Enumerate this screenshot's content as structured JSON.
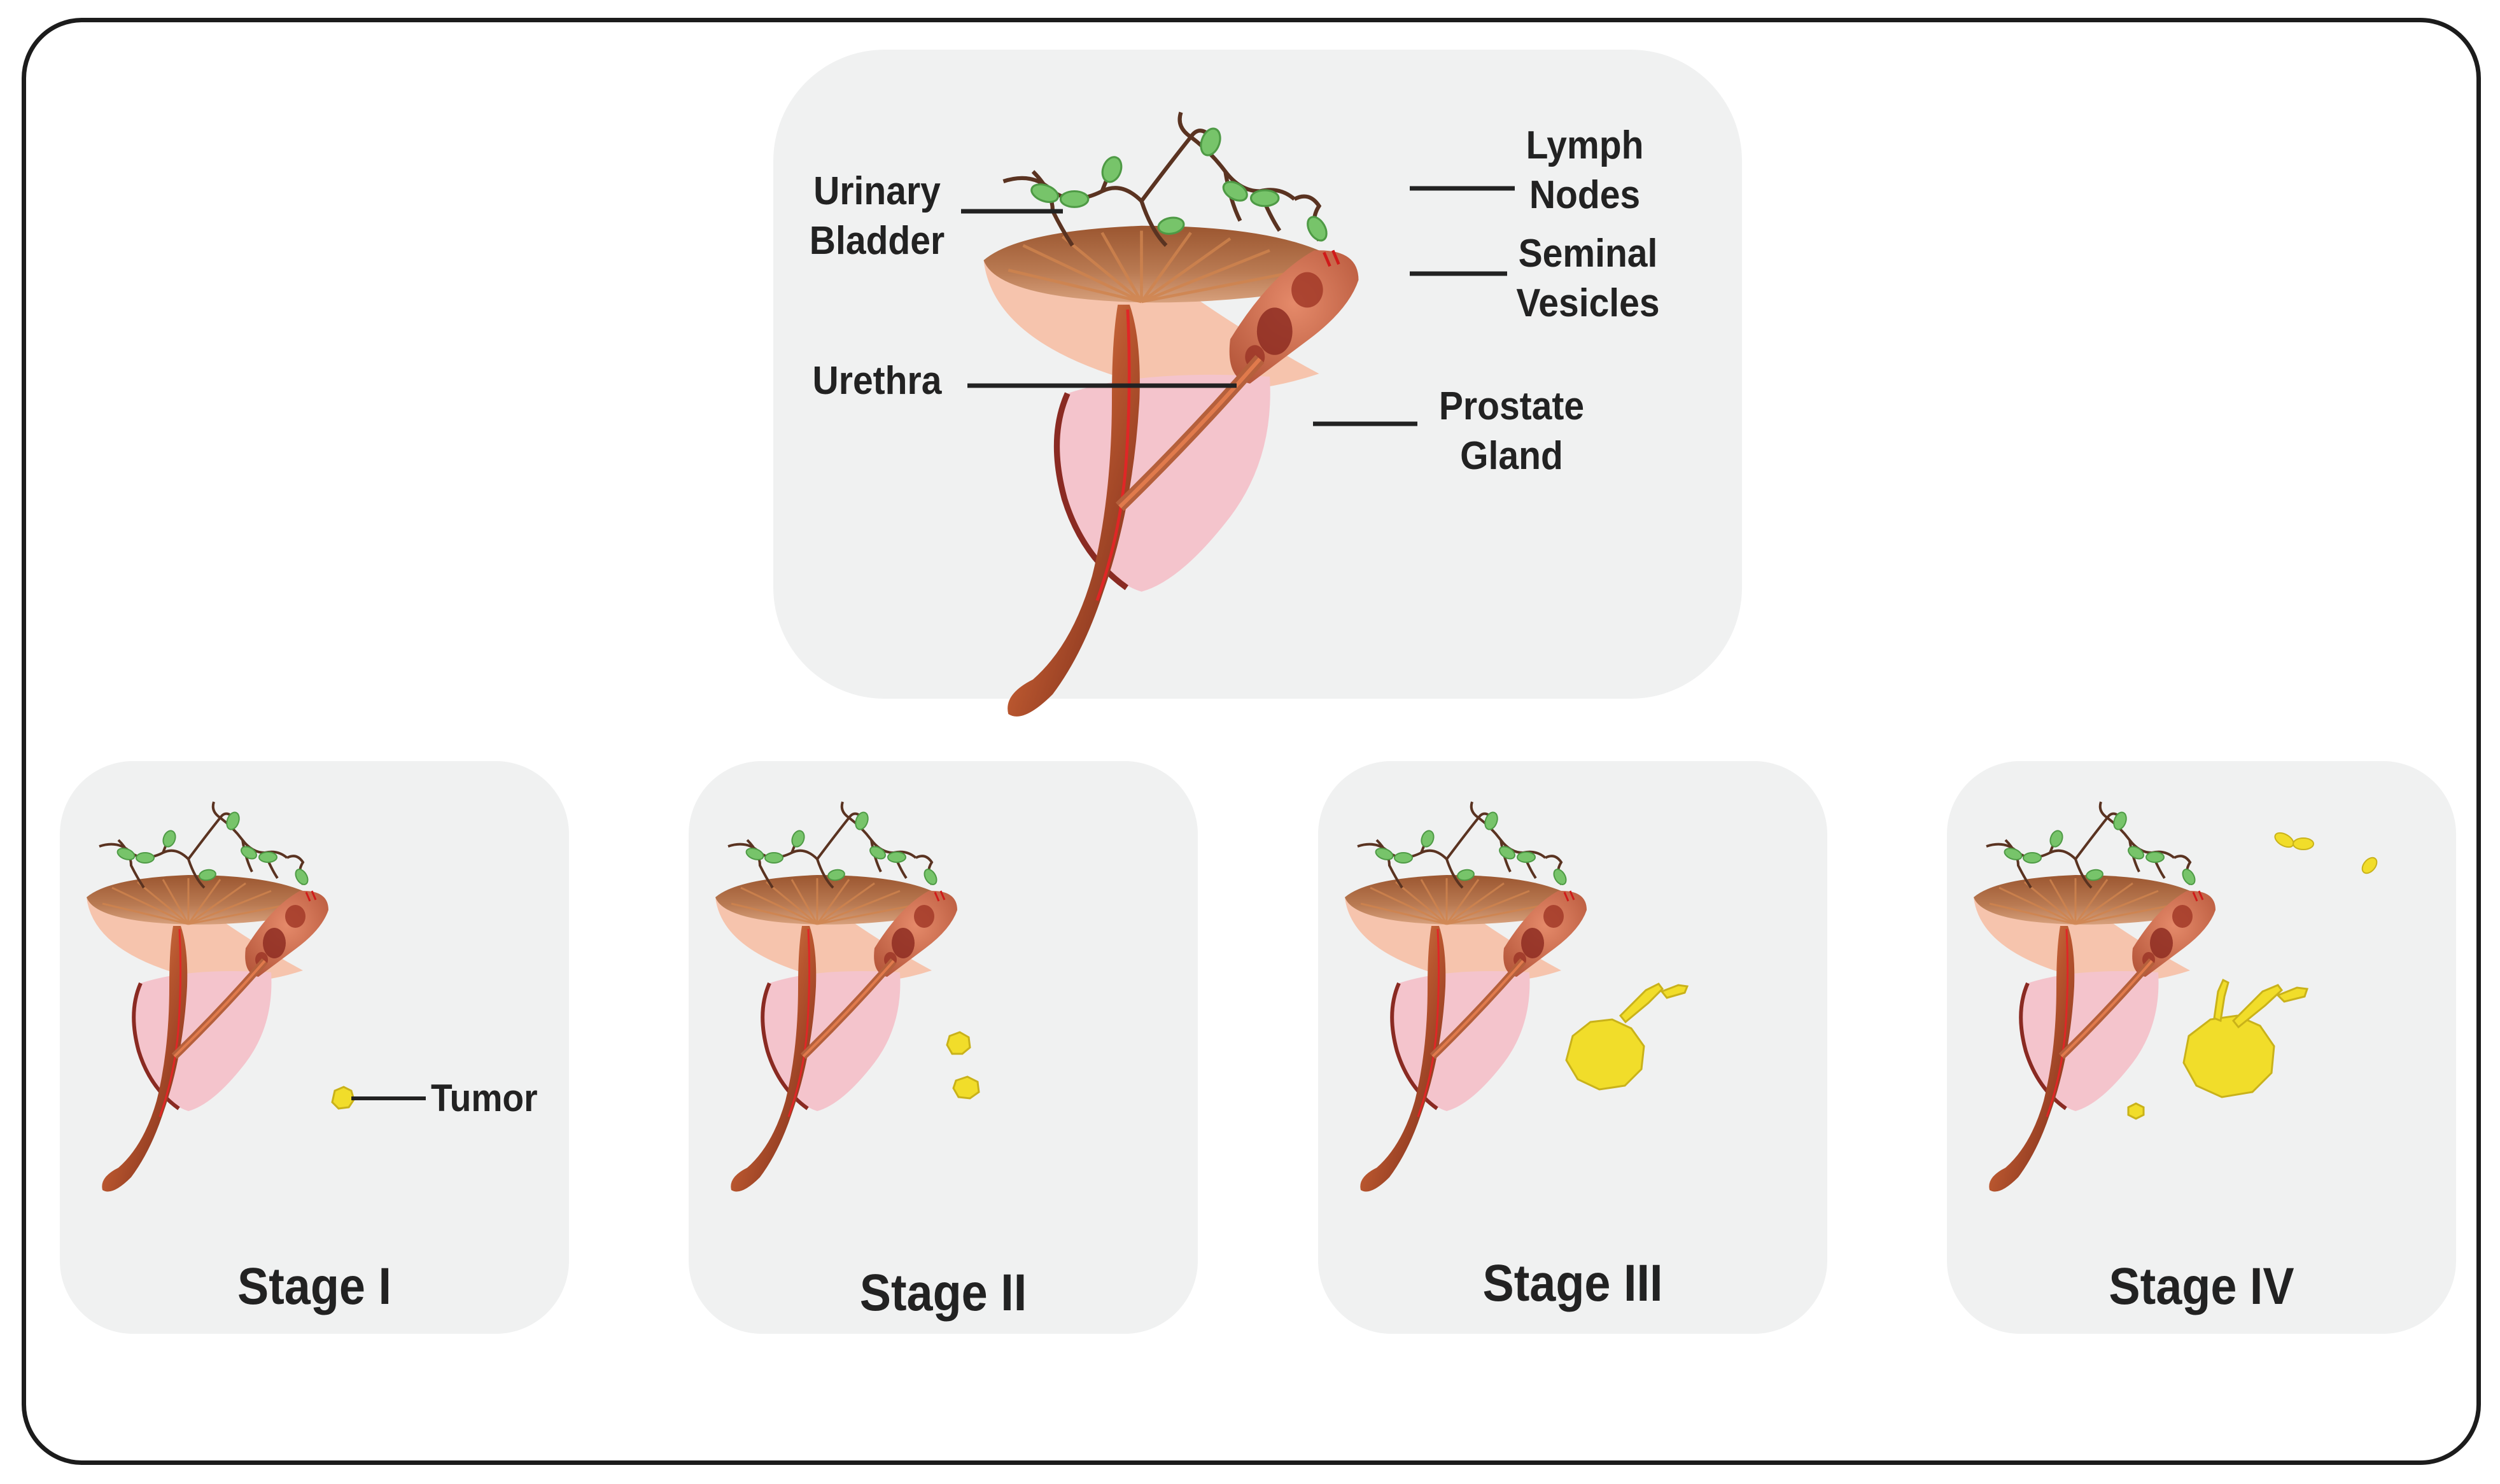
{
  "anatomy_labels": {
    "urinary_bladder": "Urinary\nBladder",
    "lymph_nodes": "Lymph\nNodes",
    "seminal_vesicles": "Seminal\nVesicles",
    "urethra": "Urethra",
    "prostate_gland": "Prostate\nGland"
  },
  "stages": [
    {
      "label": "Stage I",
      "tumor_label": "Tumor"
    },
    {
      "label": "Stage II"
    },
    {
      "label": "Stage III"
    },
    {
      "label": "Stage IV"
    }
  ],
  "colors": {
    "bladder_top": "#8a4a2a",
    "bladder_body": "#f6c4ad",
    "prostate": "#f4c4cc",
    "urethra": "#7a2e22",
    "lymph_node": "#77c46a",
    "tumor": "#f1dd2a",
    "panel_bg": "#f0f1f1",
    "frame": "#1c1c1c"
  }
}
